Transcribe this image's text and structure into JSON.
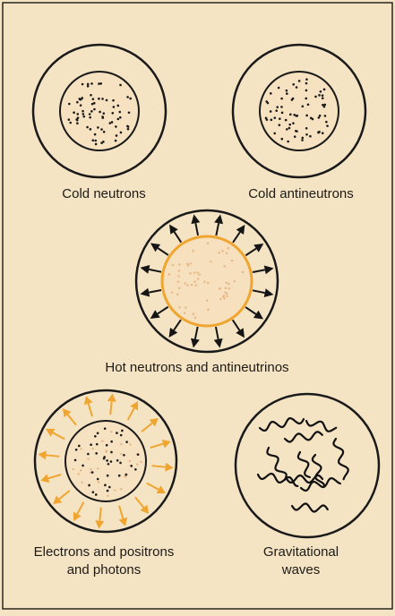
{
  "panels": [
    {
      "label": "Cold neutrons"
    },
    {
      "label": "Cold antineutrons"
    },
    {
      "label": "Hot neutrons and antineutrinos"
    },
    {
      "label": "Electrons and positrons\nand photons"
    },
    {
      "label": "Gravitational\nwaves"
    }
  ],
  "colors": {
    "background": "#f4e4c4",
    "outline": "#1a1a1a",
    "glow": "#f0a530",
    "core_fill": "#f6e2c0",
    "speckle": "#e7b484"
  },
  "icons": [
    "dot-particle",
    "outward-arrow",
    "wavy-line"
  ]
}
